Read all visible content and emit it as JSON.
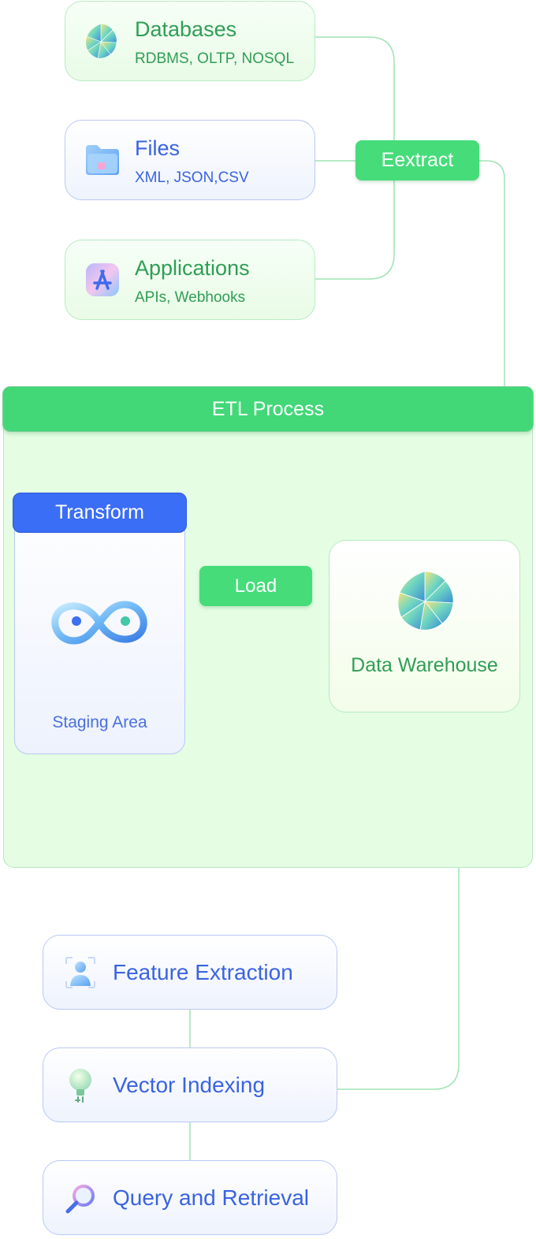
{
  "sources": [
    {
      "title": "Databases",
      "subtitle": "RDBMS, OLTP, NOSQL",
      "icon": "fan-sphere-icon"
    },
    {
      "title": "Files",
      "subtitle": "XML, JSON,CSV",
      "icon": "folder-icon"
    },
    {
      "title": "Applications",
      "subtitle": "APIs, Webhooks",
      "icon": "app-store-icon"
    }
  ],
  "extract_label": "Eextract",
  "etl": {
    "title": "ETL Process",
    "transform_label": "Transform",
    "staging_label": "Staging Area",
    "load_label": "Load",
    "warehouse_label": "Data Warehouse"
  },
  "pipeline": [
    {
      "title": "Feature Extraction",
      "icon": "person-icon"
    },
    {
      "title": "Vector Indexing",
      "icon": "lightbulb-icon"
    },
    {
      "title": "Query and Retrieval",
      "icon": "magnifier-icon"
    }
  ],
  "colors": {
    "green_accent": "#46dc7a",
    "green_text": "#2f9e55",
    "blue_accent": "#3b6ef6",
    "blue_text": "#3a63e0",
    "etl_background": "#e4fde3"
  }
}
